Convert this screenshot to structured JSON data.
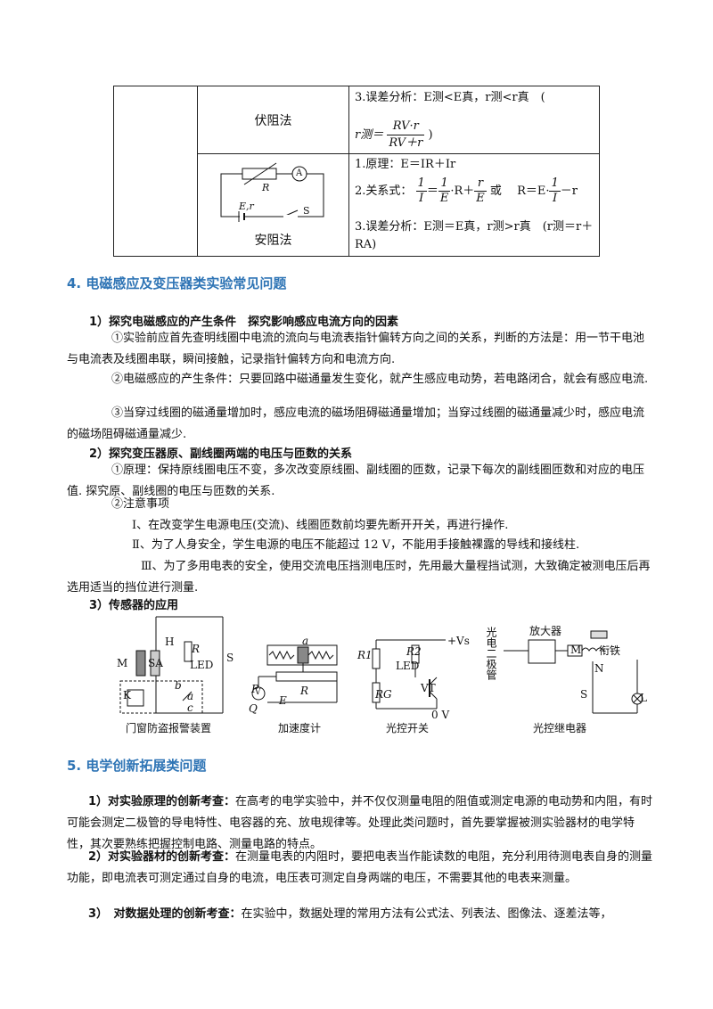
{
  "table": {
    "row1_method": "伏阻法",
    "row1_error": "3.误差分析：E测<E真，r测<r真　(",
    "row1_r_label": "r测＝",
    "row1_frac_num": "RV·r",
    "row1_frac_den": "RV＋r",
    "row1_close": ")",
    "row2_method": "安阻法",
    "row2_principle": "1.原理：E＝IR＋Ir",
    "row2_relation_label": "2.关系式：",
    "row2_relation_mid": "·R＋",
    "row2_relation_or": "或",
    "row2_relation_R": "R＝E·",
    "row2_relation_end": "－r",
    "row2_error": "3.误差分析：E测＝E真，r测>r真　(r测＝r＋",
    "row2_error_cont": "RA)",
    "circuit_R": "R",
    "circuit_A": "A",
    "circuit_Er": "E,r",
    "circuit_S": "S"
  },
  "section4": {
    "heading": "4. 电磁感应及变压器类实验常见问题",
    "sub1": "1）探究电磁感应的产生条件　探究影响感应电流方向的因素",
    "p1": "①实验前应首先查明线圈中电流的流向与电流表指针偏转方向之间的关系，判断的方法是：用一节干电池与电流表及线圈串联，瞬间接触，记录指针偏转方向和电流方向.",
    "p2": "②电磁感应的产生条件：只要回路中磁通量发生变化，就产生感应电动势，若电路闭合，就会有感应电流.",
    "p3": "③当穿过线圈的磁通量增加时，感应电流的磁场阻碍磁通量增加；当穿过线圈的磁通量减少时，感应电流的磁场阻碍磁通量减少.",
    "sub2": "2）探究变压器原、副线圈两端的电压与匝数的关系",
    "p4": "①原理：保持原线圈电压不变，多次改变原线圈、副线圈的匝数，记录下每次的副线圈匝数和对应的电压值. 探究原、副线圈的电压与匝数的关系.",
    "p5": "②注意事项",
    "n1": "Ⅰ、在改变学生电源电压(交流)、线圈匝数前均要先断开开关，再进行操作.",
    "n2": "Ⅱ、为了人身安全，学生电源的电压不能超过 12 V，不能用手接触裸露的导线和接线柱.",
    "n3": "Ⅲ、为了多用电表的安全，使用交流电压挡测电压时，先用最大量程挡试测，大致确定被测电压后再选用适当的挡位进行测量.",
    "sub3": "3）传感器的应用",
    "fig1": "门窗防盗报警装置",
    "fig2": "加速度计",
    "fig3": "光控开关",
    "fig4": "光控继电器",
    "fig_labels": {
      "M": "M",
      "SA": "SA",
      "H": "H",
      "R": "R",
      "LED": "LED",
      "S": "S",
      "K": "K",
      "b": "b",
      "a": "a",
      "c": "c",
      "a2": "a",
      "P": "P",
      "V": "V",
      "Q": "Q",
      "E": "E",
      "R1": "R1",
      "R2": "R2",
      "RG": "RG",
      "VT": "VT",
      "Vs": "+Vs",
      "zero": "0 V",
      "amp": "放大器",
      "guang": "光电二极管",
      "xian": "衔铁",
      "N": "N",
      "L": "L",
      "M2": "M",
      "S2": "S"
    }
  },
  "section5": {
    "heading": "5. 电学创新拓展类问题",
    "b1": "1）对实验原理的创新考查：",
    "t1": "在高考的电学实验中，并不仅仅测量电阻的阻值或测定电源的电动势和内阻，有时可能会测定二极管的导电特性、电容器的充、放电规律等。处理此类问题时，首先要掌握被测实验器材的电学特性，其次要熟练把握控制电路、测量电路的特点。",
    "b2": "2）对实验器材的创新考查：",
    "t2": "在测量电表的内阻时，要把电表当作能读数的电阻，充分利用待测电表自身的测量功能，即电流表可测定通过自身的电流，电压表可测定自身两端的电压，不需要其他的电表来测量。",
    "b3": "3）　对数据处理的创新考查：",
    "t3": "在实验中，数据处理的常用方法有公式法、列表法、图像法、逐差法等，"
  }
}
